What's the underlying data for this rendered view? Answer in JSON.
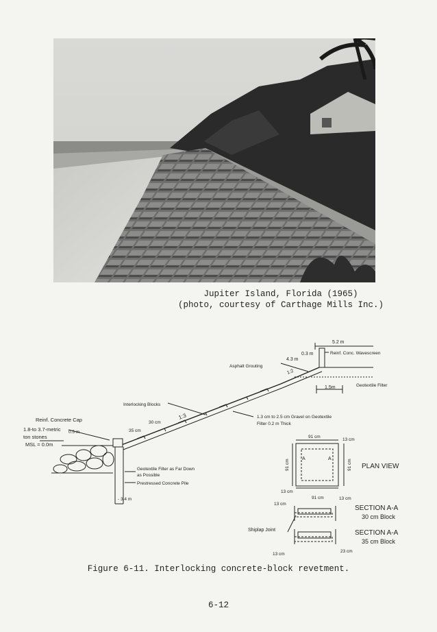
{
  "photo_caption": {
    "line1": "Jupiter Island, Florida (1965)",
    "line2": "(photo, courtesy of Carthage Mills Inc.)"
  },
  "diagram": {
    "dim_top": "5.2 m",
    "dim_03": "0.3 m",
    "dim_43": "4.3 m",
    "wavescreen": "Reinf. Conc. Wavescreen",
    "asphalt": "Asphalt Grouting",
    "slope_upper": "1:2",
    "geotextile_filter": "Geotextile Filter",
    "dim_15": "1.5m",
    "interlocking": "Interlocking Blocks",
    "slope_lower": "1:3",
    "dim_30": "30 cm",
    "dim_35": "35 cm",
    "gravel_line1": "1.3 cm to 2.5 cm Gravel on Geotextile",
    "gravel_line2": "Filter 0.2 m Thick",
    "reinf_cap": "Reinf. Concrete Cap",
    "stones_line1": "1.8-to 3.7-metric",
    "stones_line2": "ton stones",
    "dim_05": "0.5 m",
    "msl": "MSL = 0.0m",
    "geo_down_line1": "Geotextile Filter as Far Down",
    "geo_down_line2": "as Possible",
    "pile": "Prestressed Concrete Pile",
    "dim_34": "- 3.4 m",
    "plan_91_top": "91 cm",
    "plan_13_right": "13 cm",
    "plan_91_left": "91 cm",
    "plan_91_right": "91 cm",
    "plan_13_bottom": "13 cm",
    "plan_91_bottom": "91 cm",
    "plan_a_left": "A",
    "plan_a_right": "A",
    "plan_view": "PLAN VIEW",
    "sec_13_left": "13 cm",
    "sec_13_right": "13 cm",
    "shiplap": "Shiplap Joint",
    "section1_title": "SECTION A-A",
    "section1_sub": "30 cm Block",
    "section2_title": "SECTION A-A",
    "section2_sub": "35 cm Block",
    "sec_23": "23 cm",
    "sec_13_bottom": "13 cm"
  },
  "figure_caption": "Figure 6-11.  Interlocking concrete-block revetment.",
  "page_number": "6-12"
}
